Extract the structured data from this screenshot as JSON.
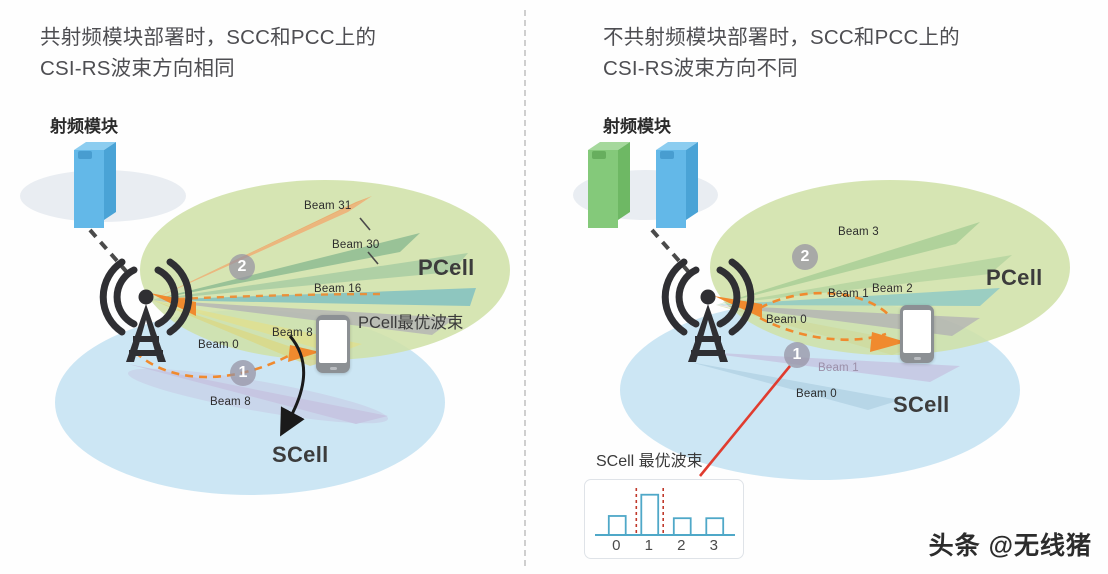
{
  "panels": {
    "left": {
      "title": "共射频模块部署时，SCC和PCC上的\nCSI-RS波束方向相同",
      "rf_module_label": "射频模块",
      "rf_modules": [
        {
          "color": "#63b8e8",
          "name": "blue"
        }
      ],
      "pcell_label": "PCell",
      "scell_label": "SCell",
      "optimum_beam_label": "PCell最优波束",
      "markers": [
        {
          "number": "2"
        },
        {
          "number": "1"
        }
      ],
      "pcell_beams": [
        {
          "label": "Beam 31",
          "color": "#f3a96f"
        },
        {
          "label": "Beam 30",
          "color": "#7fb38c"
        },
        {
          "label": "Beam 16",
          "color": "#6fb9c4"
        },
        {
          "label": "Beam 8",
          "color": "#a9a4b4"
        },
        {
          "label": "Beam 0",
          "color": "#e4e08a"
        }
      ],
      "scell_beams": [
        {
          "label": "Beam 8",
          "color": "#c3b4d8"
        }
      ]
    },
    "right": {
      "title": "不共射频模块部署时，SCC和PCC上的\nCSI-RS波束方向不同",
      "rf_module_label": "射频模块",
      "rf_modules": [
        {
          "color": "#84c97a",
          "name": "green"
        },
        {
          "color": "#63b8e8",
          "name": "blue"
        }
      ],
      "pcell_label": "PCell",
      "scell_label": "SCell",
      "markers": [
        {
          "number": "2"
        },
        {
          "number": "1"
        }
      ],
      "pcell_beams": [
        {
          "label": "Beam 3",
          "color": "#9ec98f"
        },
        {
          "label": "Beam 2",
          "color": "#7fc3c8"
        },
        {
          "label": "Beam 1",
          "color": "#a9a4b4"
        },
        {
          "label": "Beam 0",
          "color": "#cfd99a"
        }
      ],
      "scell_beams": [
        {
          "label": "Beam 1",
          "color": "#c3b4d8"
        },
        {
          "label": "Beam 0",
          "color": "#a6c9dd"
        }
      ]
    }
  },
  "chart_data": {
    "type": "bar",
    "title": "SCell 最优波束",
    "categories": [
      "0",
      "1",
      "2",
      "3"
    ],
    "values": [
      34,
      72,
      30,
      30
    ],
    "ylim": [
      0,
      84
    ],
    "xlabel": "",
    "ylabel": "",
    "grid": false,
    "legend": null,
    "bar_color": "#4fa8c8",
    "highlight_index": 1,
    "highlight_color": "#c0392b",
    "annotation": "Bar 1 (beam index 1) is the strongest — marked by red dashed selection lines"
  },
  "watermark": "头条 @无线猪",
  "colors": {
    "pcell_fill": "#cfe0a6",
    "scell_fill": "#c3e2f2",
    "platform": "#e9edf2",
    "arrow_orange": "#f08a2e",
    "arrow_red": "#e03c2f",
    "tower": "#2f2f33"
  }
}
